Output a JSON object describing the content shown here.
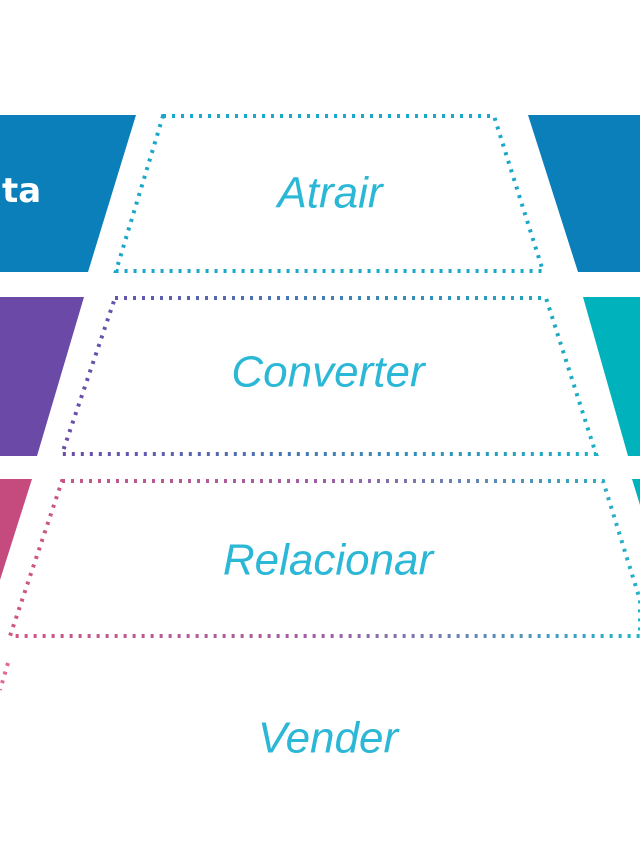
{
  "funnel": {
    "stages": [
      {
        "id": "atrair",
        "label": "Atrair",
        "color": "#1aa7c9"
      },
      {
        "id": "converter",
        "label": "Converter",
        "color": "#5a63b8"
      },
      {
        "id": "relacionar",
        "label": "Relacionar",
        "color": "#c65a8a"
      },
      {
        "id": "vender",
        "label": "Vender",
        "color": "#d9679a"
      }
    ],
    "side_blocks": {
      "left_top_fragment": "ta",
      "colors": {
        "blue": "#0a7fba",
        "purple": "#6b4aa7",
        "magenta": "#c54a7d",
        "teal": "#00b2bb"
      }
    }
  }
}
